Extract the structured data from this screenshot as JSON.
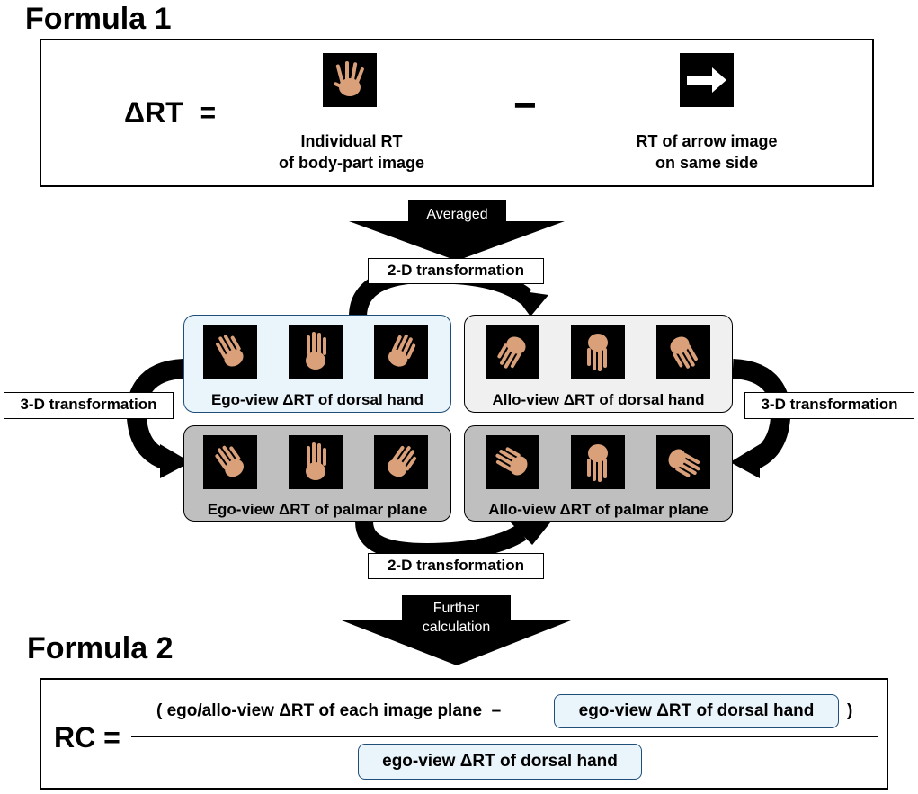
{
  "formula1": {
    "title": "Formula 1",
    "lhs": "ΔRT  =",
    "operator": "−",
    "term1_line1": "Individual RT",
    "term1_line2": "of body-part image",
    "term2_line1": "RT of arrow image",
    "term2_line2": "on same side",
    "icons": [
      "hand-icon",
      "arrow-right-icon"
    ]
  },
  "arrows": {
    "averaged": "Averaged",
    "further_line1": "Further",
    "further_line2": "calculation"
  },
  "transforms": {
    "top_2d": "2-D transformation",
    "bottom_2d": "2-D transformation",
    "left_3d": "3-D transformation",
    "right_3d": "3-D transformation"
  },
  "panels": {
    "ego_dorsal": "Ego-view ΔRT of dorsal hand",
    "allo_dorsal": "Allo-view ΔRT of dorsal hand",
    "ego_palmar": "Ego-view ΔRT of palmar plane",
    "allo_palmar": "Allo-view ΔRT of palmar plane"
  },
  "colors": {
    "ego_dorsal_bg": "#eaf4fb",
    "ego_dorsal_border": "#1f4e79",
    "allo_dorsal_bg": "#f0f0f0",
    "palmar_bg": "#bfbfbf",
    "hand": "#d9a07a"
  },
  "formula2": {
    "title": "Formula 2",
    "lhs": "RC =",
    "numerator_open": "( ego/allo-view ΔRT of each image plane  –",
    "numerator_highlight": "ego-view ΔRT of dorsal hand",
    "numerator_close": ")",
    "denominator": "ego-view ΔRT of dorsal hand"
  }
}
